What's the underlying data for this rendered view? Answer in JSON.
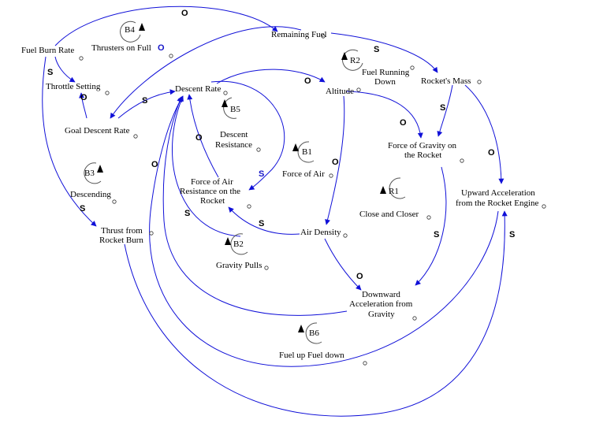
{
  "variables": {
    "fuel_burn_rate": "Fuel Burn Rate",
    "remaining_fuel": "Remaining Fuel",
    "throttle_setting": "Throttle Setting",
    "goal_descent_rate": "Goal Descent Rate",
    "descent_rate": "Descent Rate",
    "altitude": "Altitude",
    "rockets_mass": "Rocket's Mass",
    "descent_resistance": [
      "Descent",
      "Resistance"
    ],
    "force_of_gravity": [
      "Force of Gravity on",
      "the Rocket"
    ],
    "force_of_air_resistance": [
      "Force of Air",
      "Resistance on the",
      "Rocket"
    ],
    "upward_acceleration": [
      "Upward Acceleration",
      "from the Rocket Engine"
    ],
    "air_density": "Air Density",
    "thrust": [
      "Thrust from",
      "Rocket Burn"
    ],
    "downward_acceleration": [
      "Downward",
      "Acceleration from",
      "Gravity"
    ]
  },
  "loops": {
    "B4": {
      "id": "B4",
      "name": "Thrusters on Full"
    },
    "R2": {
      "id": "R2",
      "name": [
        "Fuel Running",
        "Down"
      ]
    },
    "B5": {
      "id": "B5",
      "name": [
        "Descent",
        "Resistance"
      ]
    },
    "B1": {
      "id": "B1",
      "name": "Force of Air"
    },
    "B3": {
      "id": "B3",
      "name": "Descending"
    },
    "R1": {
      "id": "R1",
      "name": "Close and Closer"
    },
    "B2": {
      "id": "B2",
      "name": "Gravity Pulls"
    },
    "B6": {
      "id": "B6",
      "name": "Fuel up Fuel down"
    }
  },
  "polarity": {
    "fuelburn_to_remaining": "O",
    "remaining_to_goal": "O",
    "fuelburn_to_throttle": "S",
    "throttle_to_goal": "O",
    "goal_to_descent": "S",
    "remaining_to_mass": "S",
    "descent_to_altitude": "O",
    "mass_to_gravity": "S",
    "altitude_to_gravity": "O",
    "mass_to_upward": "O",
    "descent_to_airforce": "O",
    "b5_link": "S",
    "airdensity_to_airforce": "S",
    "altitude_to_airdensity": "O",
    "gravity_to_downward": "S",
    "airforce_to_downward": "O",
    "descent_to_thrust": "S",
    "downward_big": "O",
    "upward_to_descent": "S",
    "thrust_to_upward": "S"
  },
  "colors": {
    "link": "#1010d8",
    "text": "#000000",
    "polarity_blue": "#1515c8"
  }
}
